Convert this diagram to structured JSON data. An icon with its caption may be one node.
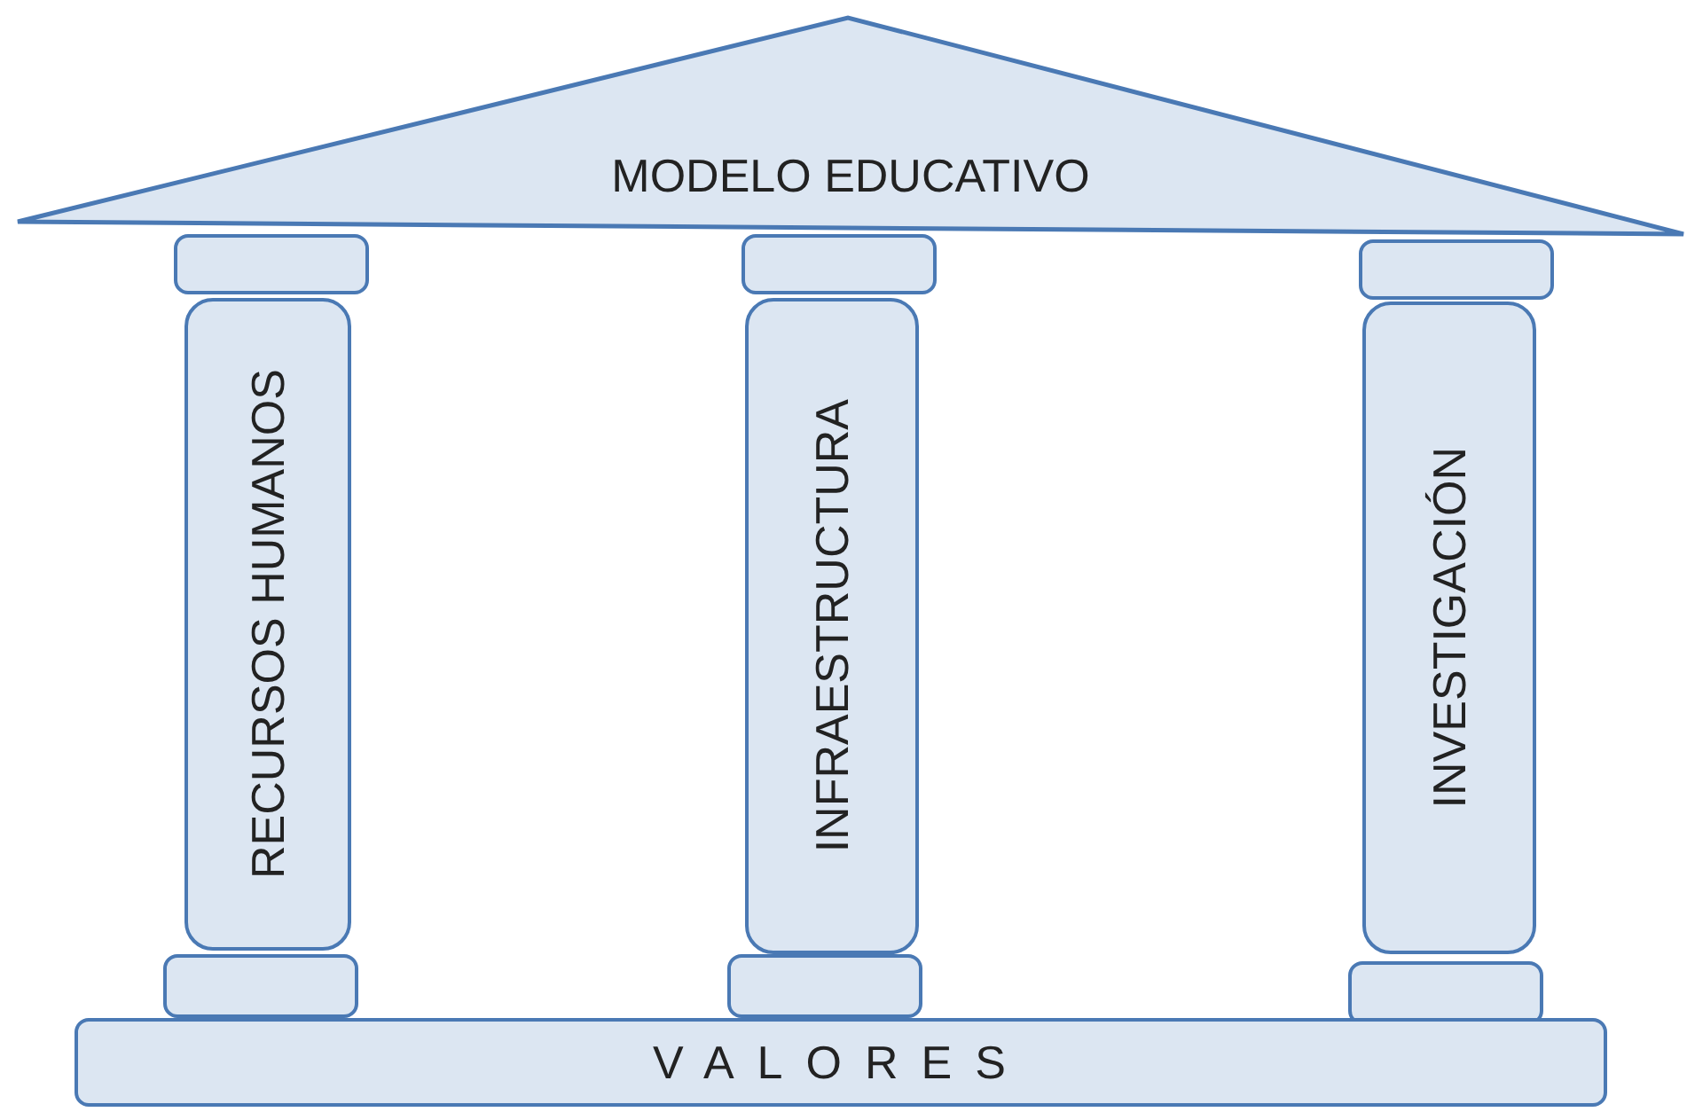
{
  "diagram": {
    "nodes": [
      {
        "text": [
          "MODELO EDUCATIVO"
        ]
      },
      {
        "text": [],
        "shape": "box"
      },
      {
        "text": [],
        "shape": "box"
      },
      {
        "text": [],
        "shape": "box"
      },
      {
        "text": [
          "RECURSOS HUMANOS"
        ]
      },
      {
        "text": [
          "INFRAESTRUCTURA"
        ]
      },
      {
        "text": [
          "INVESTIGACIÓN"
        ]
      },
      {
        "text": [],
        "shape": "box"
      },
      {
        "text": [],
        "shape": "box"
      },
      {
        "text": [],
        "shape": "box"
      },
      {
        "text": [
          "VALORES"
        ]
      }
    ],
    "edges": []
  }
}
